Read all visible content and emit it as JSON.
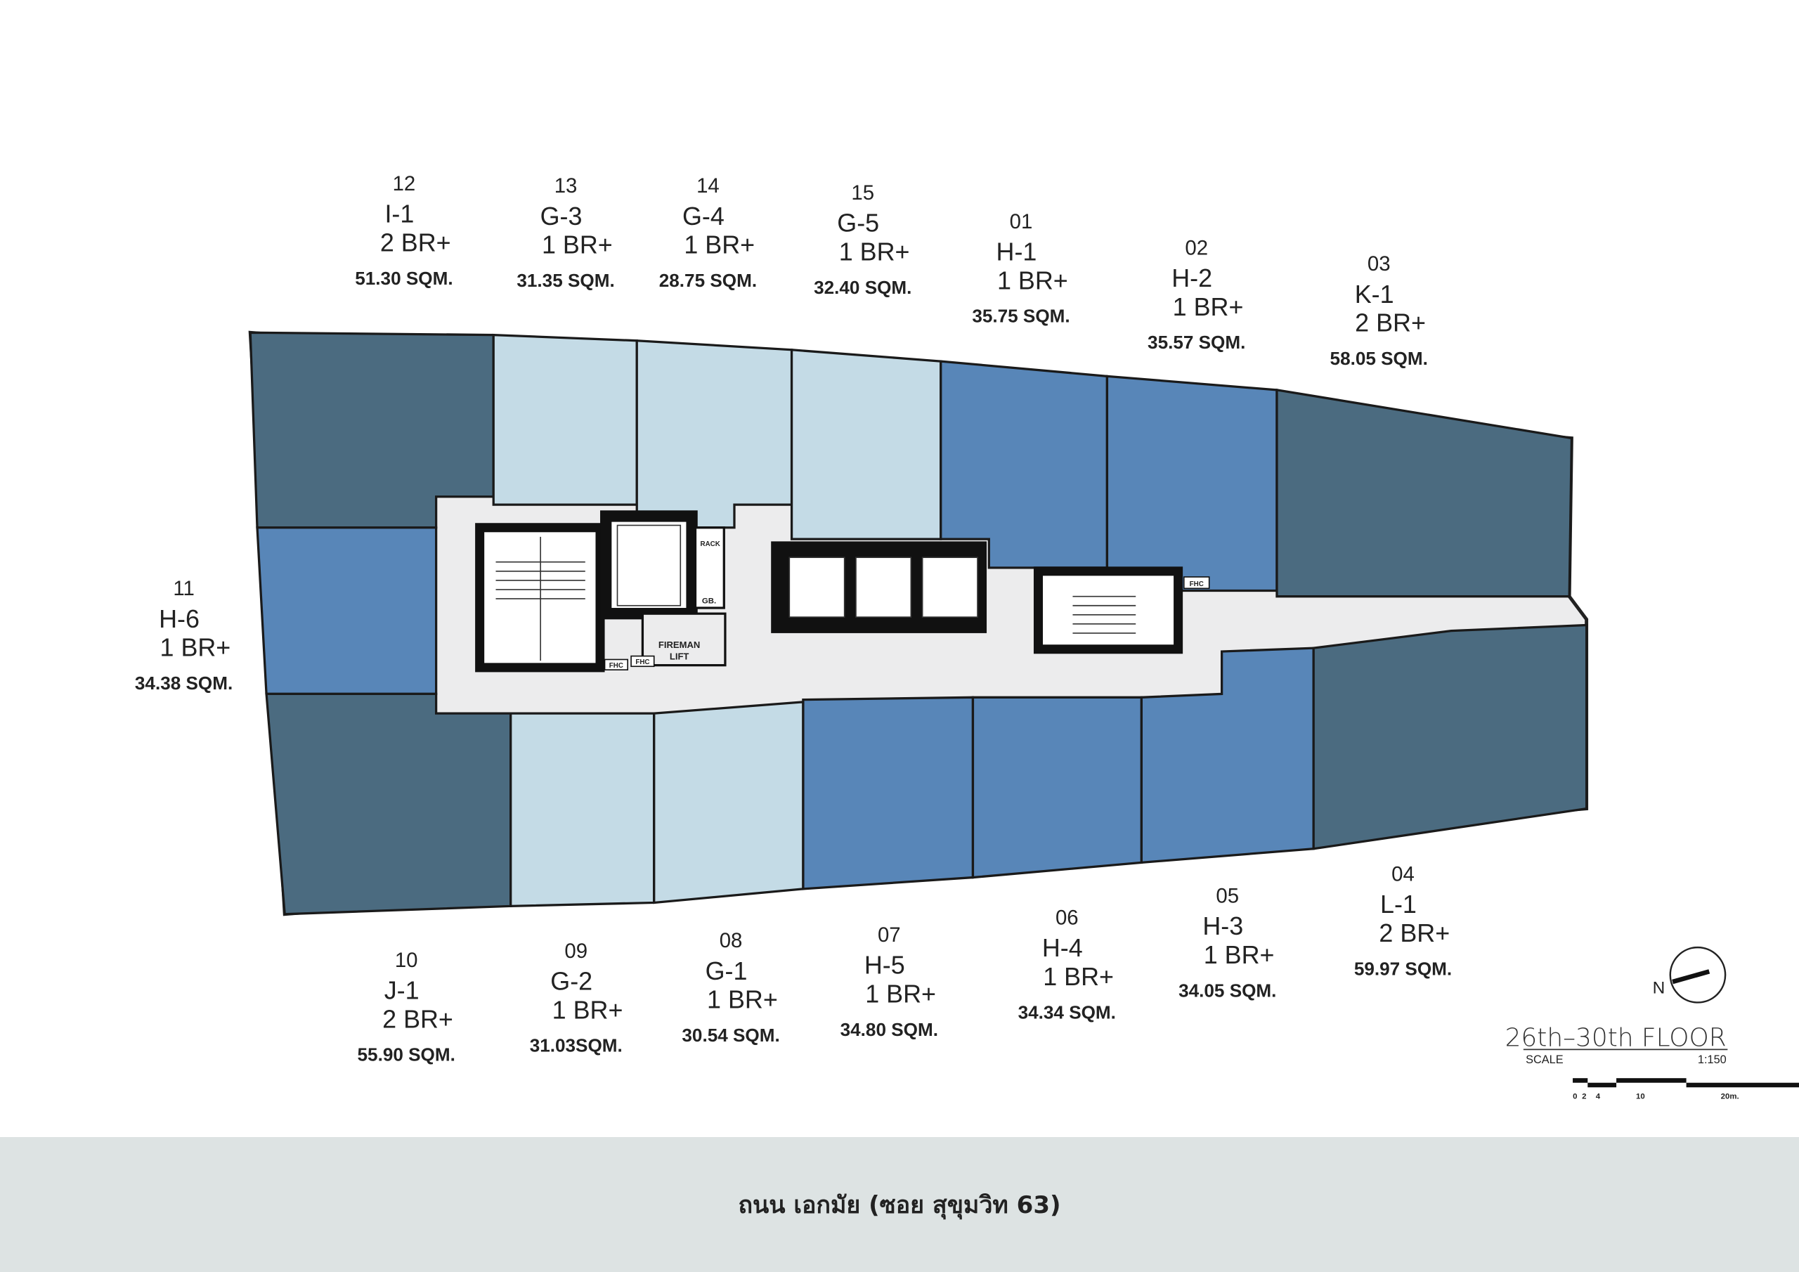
{
  "units": [
    {
      "no": "12",
      "code": "I-1",
      "type": "2 BR+",
      "area": "51.30 SQM.",
      "tone": "dark"
    },
    {
      "no": "13",
      "code": "G-3",
      "type": "1 BR+",
      "area": "31.35 SQM.",
      "tone": "light"
    },
    {
      "no": "14",
      "code": "G-4",
      "type": "1 BR+",
      "area": "28.75 SQM.",
      "tone": "light"
    },
    {
      "no": "15",
      "code": "G-5",
      "type": "1 BR+",
      "area": "32.40 SQM.",
      "tone": "light"
    },
    {
      "no": "01",
      "code": "H-1",
      "type": "1 BR+",
      "area": "35.75 SQM.",
      "tone": "mid"
    },
    {
      "no": "02",
      "code": "H-2",
      "type": "1 BR+",
      "area": "35.57 SQM.",
      "tone": "mid"
    },
    {
      "no": "03",
      "code": "K-1",
      "type": "2 BR+",
      "area": "58.05 SQM.",
      "tone": "dark"
    },
    {
      "no": "11",
      "code": "H-6",
      "type": "1 BR+",
      "area": "34.38 SQM.",
      "tone": "mid"
    },
    {
      "no": "10",
      "code": "J-1",
      "type": "2 BR+",
      "area": "55.90 SQM.",
      "tone": "dark"
    },
    {
      "no": "09",
      "code": "G-2",
      "type": "1 BR+",
      "area": "31.03SQM.",
      "tone": "light"
    },
    {
      "no": "08",
      "code": "G-1",
      "type": "1 BR+",
      "area": "30.54 SQM.",
      "tone": "light"
    },
    {
      "no": "07",
      "code": "H-5",
      "type": "1 BR+",
      "area": "34.80 SQM.",
      "tone": "mid"
    },
    {
      "no": "06",
      "code": "H-4",
      "type": "1 BR+",
      "area": "34.34 SQM.",
      "tone": "mid"
    },
    {
      "no": "05",
      "code": "H-3",
      "type": "1 BR+",
      "area": "34.05 SQM.",
      "tone": "mid"
    },
    {
      "no": "04",
      "code": "L-1",
      "type": "2 BR+",
      "area": "59.97 SQM.",
      "tone": "dark"
    }
  ],
  "colors": {
    "dark": "#4b6b80",
    "mid": "#5886b8",
    "light": "#c4dbe6",
    "corridor": "#ececed",
    "road": "#dde3e3"
  },
  "core": {
    "fireman_lift": "FIREMAN",
    "fireman_lift_2": "LIFT",
    "fhc": "FHC",
    "gb": "GB.",
    "rack": "RACK"
  },
  "compass": {
    "label": "N"
  },
  "legend": {
    "floor_title": "26th–30th  FLOOR",
    "scale_label": "SCALE",
    "scale_ratio": "1:150",
    "ticks": [
      "0",
      "2",
      "4",
      "10",
      "20m."
    ]
  },
  "road_name": "ถนน เอกมัย (ซอย สุขุมวิท 63)"
}
